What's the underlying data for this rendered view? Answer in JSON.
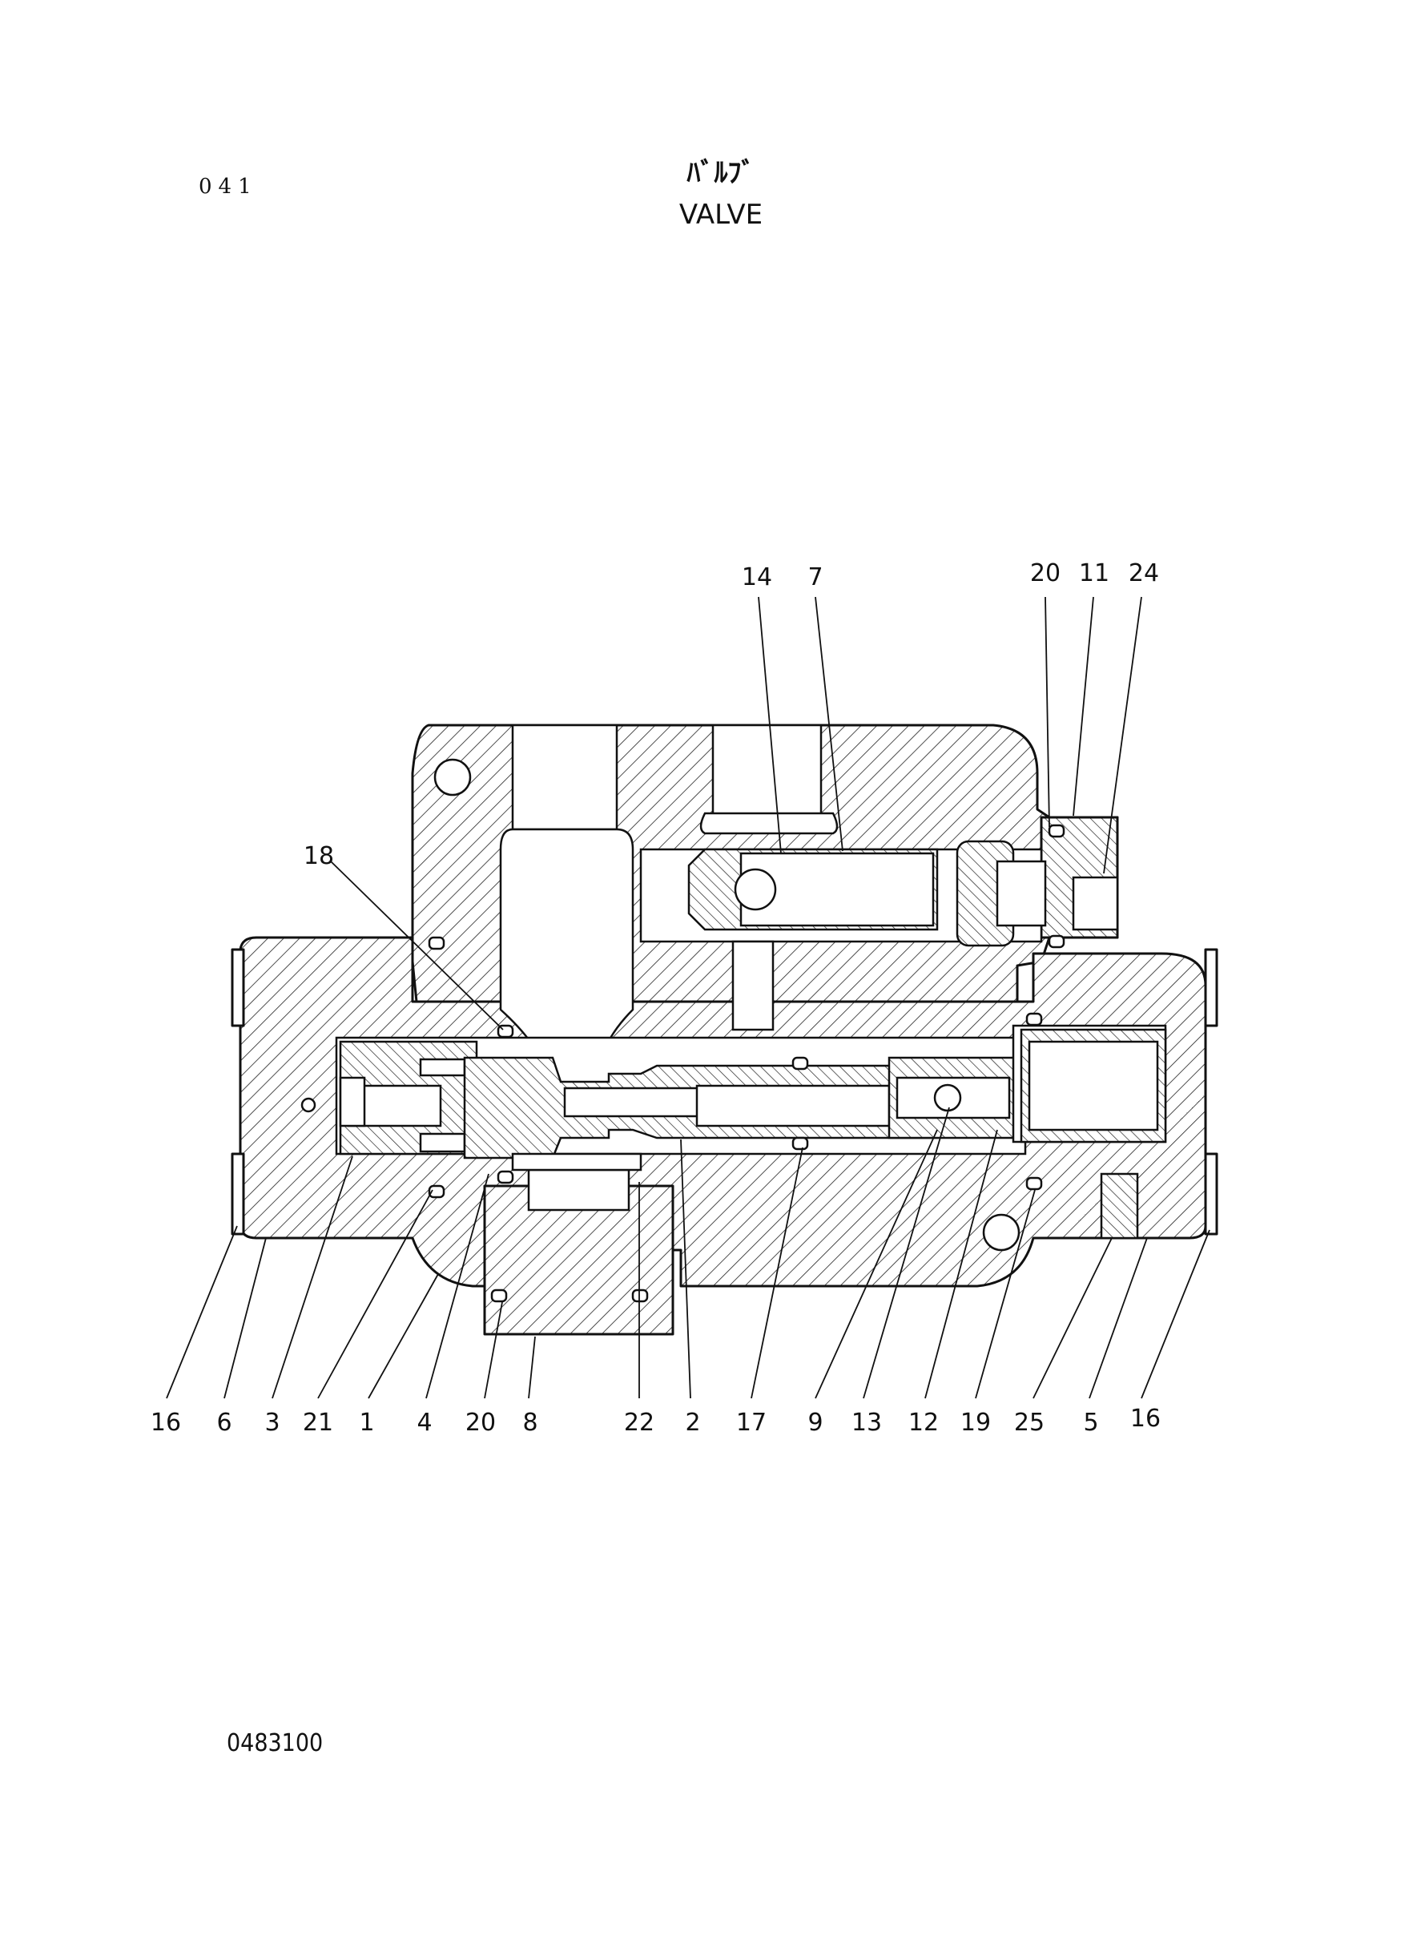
{
  "header": {
    "page_number": "041",
    "title_jp": "ﾊﾞﾙﾌﾞ",
    "title_en": "VALVE"
  },
  "footer": {
    "drawing_code": "0483100"
  },
  "callouts": {
    "top": [
      "14",
      "7",
      "20",
      "11",
      "24"
    ],
    "left": [
      "18"
    ],
    "bottom": [
      "16",
      "6",
      "3",
      "21",
      "1",
      "4",
      "20",
      "8",
      "22",
      "2",
      "17",
      "9",
      "13",
      "12",
      "19",
      "25",
      "5",
      "16"
    ]
  }
}
